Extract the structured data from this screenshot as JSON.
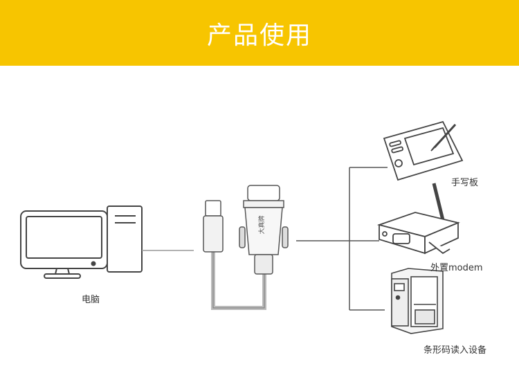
{
  "header": {
    "title": "产品使用"
  },
  "diagram": {
    "computer_label": "电脑",
    "adapter_brand": "大真牌",
    "devices": [
      {
        "label": "手写板"
      },
      {
        "label": "外置modem"
      },
      {
        "label": "条形码读入设备"
      }
    ]
  },
  "colors": {
    "banner": "#f7c500",
    "line": "#555555",
    "cable": "#cccccc"
  }
}
